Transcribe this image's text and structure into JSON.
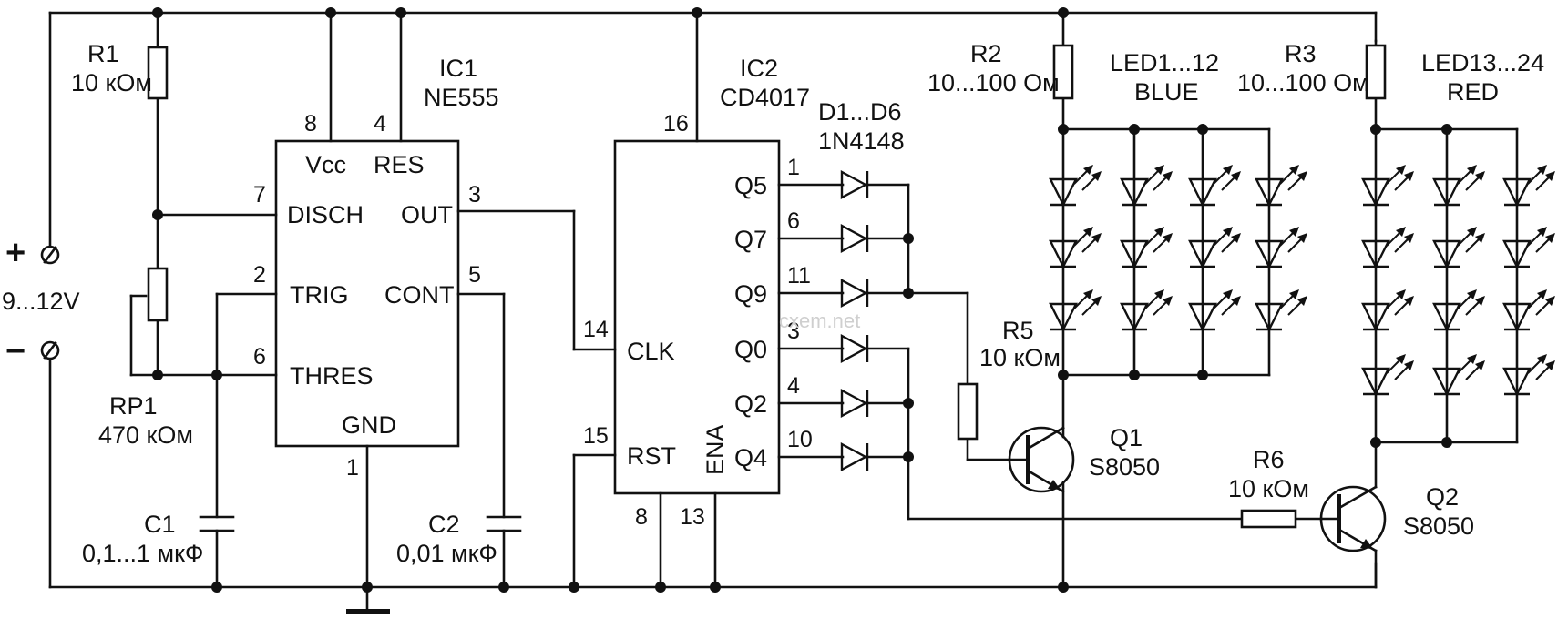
{
  "supply": {
    "plus": "+",
    "minus": "−",
    "voltage": "9...12V"
  },
  "ic1": {
    "name": "IC1",
    "part": "NE555",
    "pins": {
      "vcc": "Vcc",
      "res": "RES",
      "disch": "DISCH",
      "out": "OUT",
      "trig": "TRIG",
      "cont": "CONT",
      "thres": "THRES",
      "gnd": "GND"
    },
    "pin_numbers": {
      "vcc": "8",
      "res": "4",
      "disch": "7",
      "out": "3",
      "trig": "2",
      "cont": "5",
      "thres": "6",
      "gnd": "1"
    }
  },
  "ic2": {
    "name": "IC2",
    "part": "CD4017",
    "pins": {
      "clk": "CLK",
      "rst": "RST",
      "ena": "ENA",
      "q5": "Q5",
      "q7": "Q7",
      "q9": "Q9",
      "q0": "Q0",
      "q2": "Q2",
      "q4": "Q4"
    },
    "pin_numbers": {
      "vdd": "16",
      "clk": "14",
      "rst": "15",
      "vss": "8",
      "ena": "13",
      "q5": "1",
      "q7": "6",
      "q9": "11",
      "q0": "3",
      "q2": "4",
      "q4": "10"
    }
  },
  "components": {
    "r1": {
      "ref": "R1",
      "value": "10 кОм"
    },
    "rp1": {
      "ref": "RP1",
      "value": "470 кОм"
    },
    "c1": {
      "ref": "C1",
      "value": "0,1...1 мкФ"
    },
    "c2": {
      "ref": "C2",
      "value": "0,01 мкФ"
    },
    "diodes": {
      "ref": "D1...D6",
      "value": "1N4148"
    },
    "r2": {
      "ref": "R2",
      "value": "10...100 Ом"
    },
    "r3": {
      "ref": "R3",
      "value": "10...100 Ом"
    },
    "r5": {
      "ref": "R5",
      "value": "10 кОм"
    },
    "r6": {
      "ref": "R6",
      "value": "10 кОм"
    },
    "q1": {
      "ref": "Q1",
      "value": "S8050"
    },
    "q2": {
      "ref": "Q2",
      "value": "S8050"
    },
    "led_blue": {
      "ref": "LED1...12",
      "value": "BLUE"
    },
    "led_red": {
      "ref": "LED13...24",
      "value": "RED"
    }
  },
  "watermark": "cxem.net"
}
